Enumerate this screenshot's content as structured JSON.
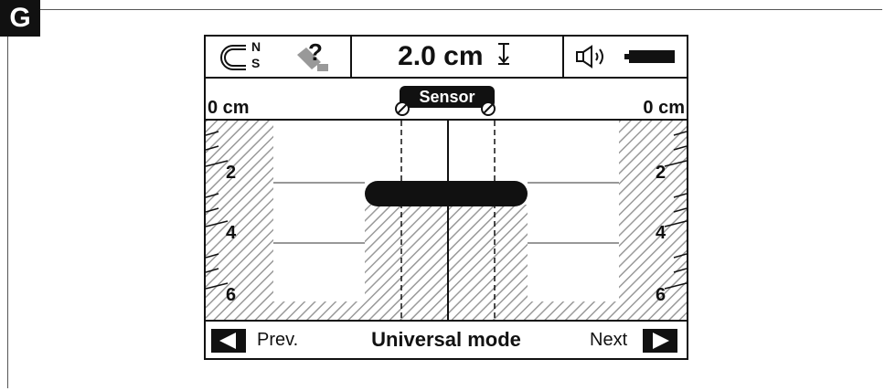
{
  "figure": {
    "letter": "G"
  },
  "status_bar": {
    "magnet_icon": "magnet-ns-icon",
    "magnet_n": "N",
    "magnet_s": "S",
    "uncertain_icon": "uncertain-object-icon",
    "uncertain_mark": "?",
    "depth_value": "2.0 cm",
    "depth_icon": "depth-arrow-icon",
    "speaker_icon": "speaker-icon",
    "battery_icon": "battery-icon"
  },
  "scale": {
    "left_top": "0 cm",
    "right_top": "0 cm",
    "left_ticks": [
      "2",
      "4",
      "6"
    ],
    "right_ticks": [
      "2",
      "4",
      "6"
    ]
  },
  "sensor": {
    "label": "Sensor"
  },
  "bottom_bar": {
    "prev_label": "Prev.",
    "mode_label": "Universal mode",
    "next_label": "Next"
  },
  "colors": {
    "ink": "#111111",
    "background": "#ffffff",
    "hatch": "#9a9a9a"
  }
}
